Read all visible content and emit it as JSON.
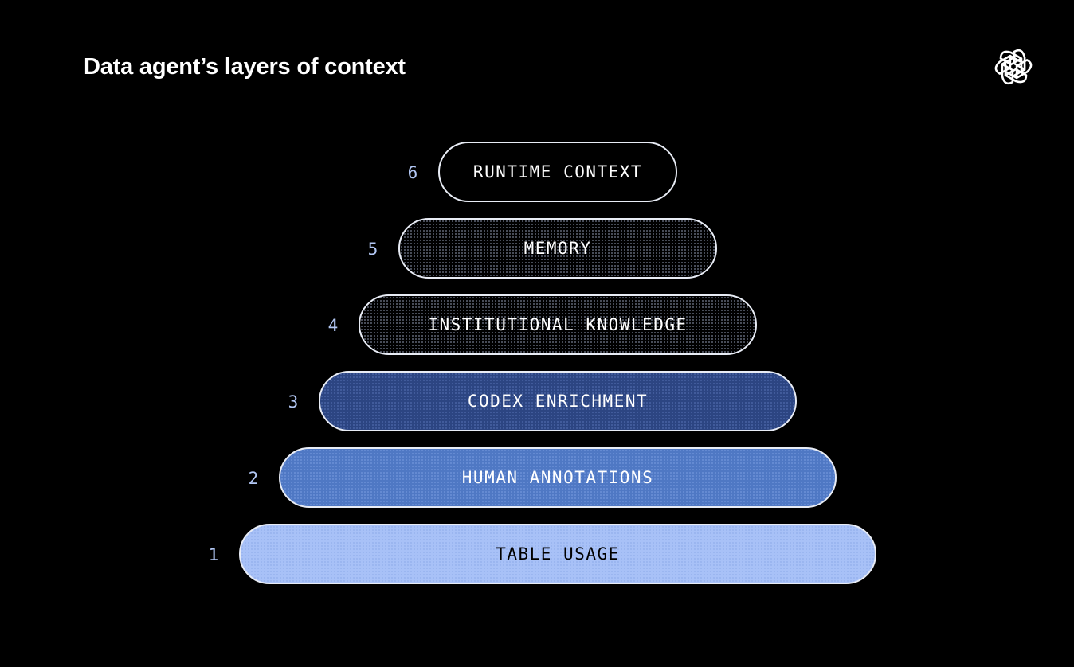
{
  "title": "Data agent’s layers of context",
  "logo_icon": "openai-logo-icon",
  "colors": {
    "background": "#000000",
    "number": "#b3c8f5",
    "dark_blue": "#2c4582",
    "mid_blue": "#4f78c4",
    "light_blue": "#a8c1f7"
  },
  "layers": [
    {
      "number": "6",
      "label": "RUNTIME CONTEXT"
    },
    {
      "number": "5",
      "label": "MEMORY"
    },
    {
      "number": "4",
      "label": "INSTITUTIONAL KNOWLEDGE"
    },
    {
      "number": "3",
      "label": "CODEX ENRICHMENT"
    },
    {
      "number": "2",
      "label": "HUMAN ANNOTATIONS"
    },
    {
      "number": "1",
      "label": "TABLE USAGE"
    }
  ]
}
